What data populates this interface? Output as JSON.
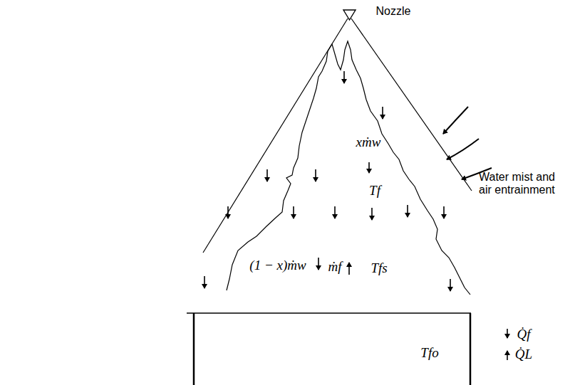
{
  "diagram": {
    "labels": [
      "Nozzle",
      "xṁw",
      "Tf",
      "Water mist and air entrainment",
      "(1 − x)ṁw",
      "ṁf",
      "Tfs",
      "Q̇f",
      "Q̇L",
      "Tfo"
    ]
  }
}
